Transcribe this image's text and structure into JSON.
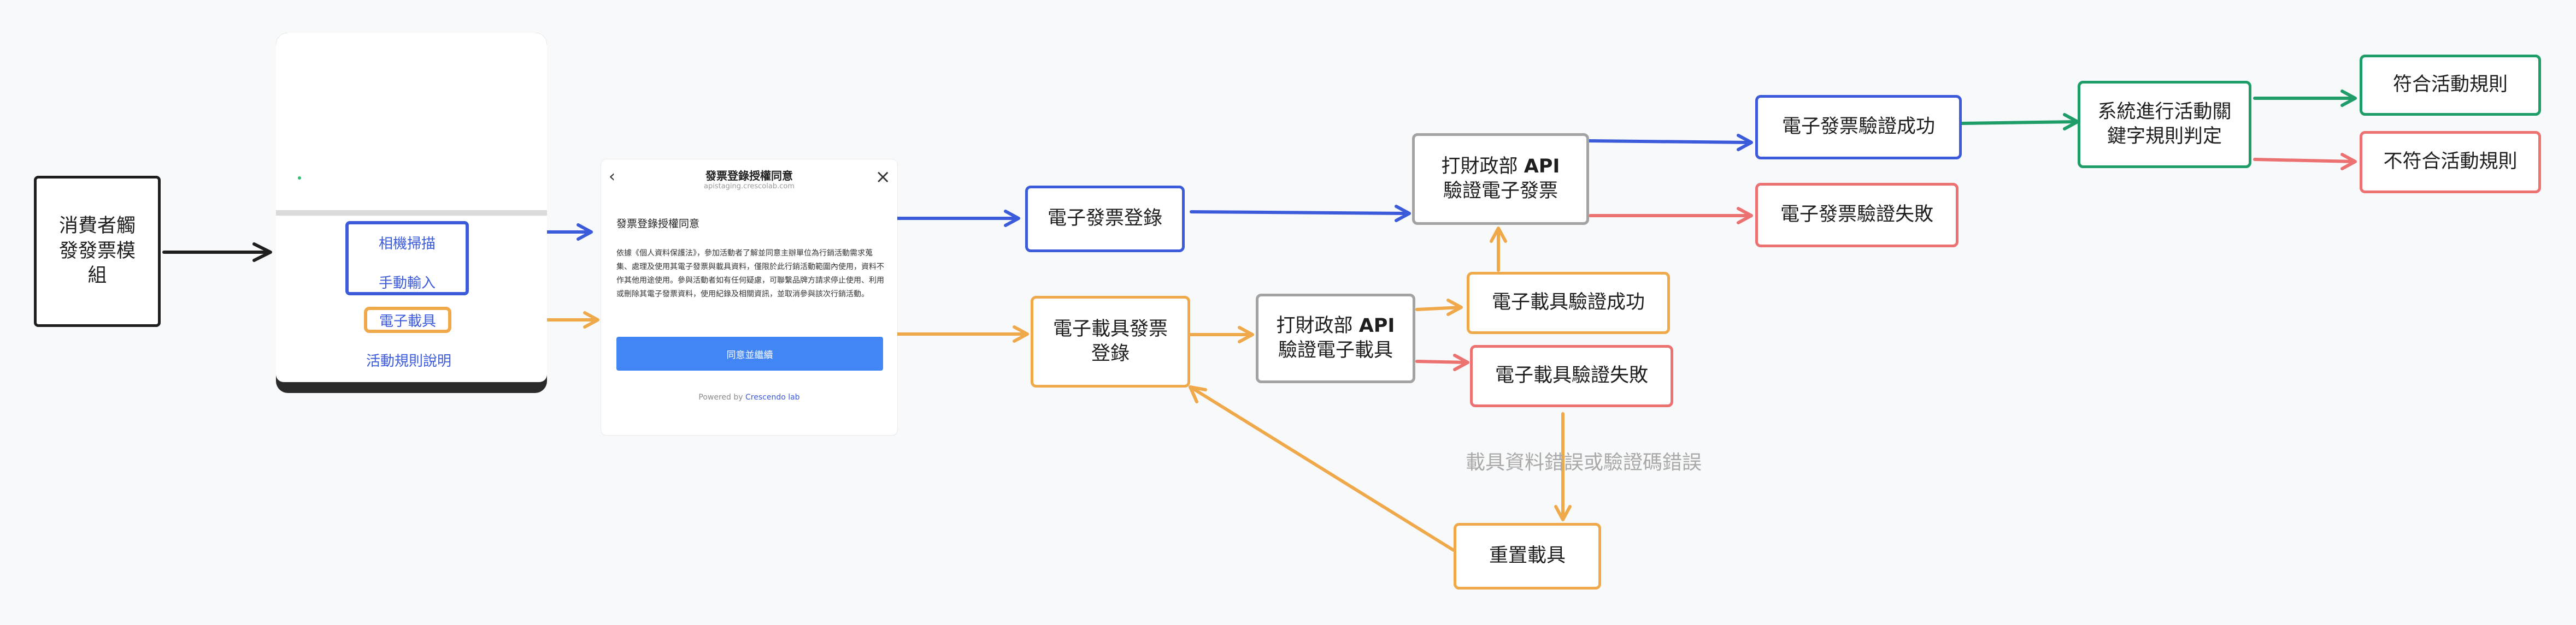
{
  "nodes": {
    "trigger": "消費者觸\n發發票模\n組",
    "einvoice_login": "電子發票登錄",
    "carrier_login": "電子載具發票\n登錄",
    "api_einvoice_prefix": "打財政部 ",
    "api_einvoice_bold": "API",
    "api_einvoice_suffix": "\n驗證電子發票",
    "api_carrier_prefix": "打財政部 ",
    "api_carrier_bold": "API",
    "api_carrier_suffix": "\n驗證電子載具",
    "einvoice_success": "電子發票驗證成功",
    "einvoice_fail": "電子發票驗證失敗",
    "carrier_success": "電子載具驗證成功",
    "carrier_fail": "電子載具驗證失敗",
    "reset_carrier": "重置載具",
    "rule_check": "系統進行活動關\n鍵字規則判定",
    "rule_match": "符合活動規則",
    "rule_nomatch": "不符合活動規則"
  },
  "phone": {
    "option_camera": "相機掃描",
    "option_manual": "手動輸入",
    "option_carrier": "電子載具",
    "option_rules": "活動規則說明"
  },
  "dialog": {
    "title": "發票登錄授權同意",
    "subtitle": "apistaging.crescolab.com",
    "heading": "發票登錄授權同意",
    "body": "依據《個人資料保護法》，參加活動者了解並同意主辦單位為行銷活動需求蒐集、處理及使用其電子發票與載具資料，僅限於此行銷活動範圍內使用，資料不作其他用途使用。參與活動者如有任何疑慮，可聯繫品牌方請求停止使用、利用或刪除其電子發票資料，使用紀錄及相關資訊，並取消參與該次行銷活動。",
    "agree_button": "同意並繼續",
    "powered_prefix": "Powered by ",
    "powered_brand": "Crescendo lab"
  },
  "edge_labels": {
    "carrier_error": "載具資料錯誤或驗證碼錯誤"
  },
  "colors": {
    "blue": "#3b5bdb",
    "orange": "#f0a94a",
    "red": "#ec7272",
    "green": "#1f9d68",
    "gray": "#a3a3a3",
    "black": "#1e1e1e",
    "note_gray": "#a9a9a9"
  }
}
